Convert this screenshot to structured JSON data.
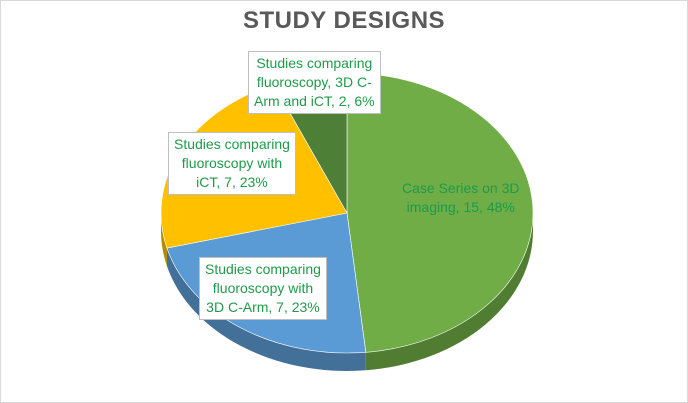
{
  "chart_data": {
    "type": "pie",
    "title": "STUDY DESIGNS",
    "slices": [
      {
        "category": "Case Series on 3D imaging",
        "value": 15,
        "percent": 48,
        "label": "Case Series on 3D\nimaging, 15, 48%",
        "color": "#70ad47",
        "label_color": "#1e9b4a"
      },
      {
        "category": "Studies comparing fluoroscopy with 3D C-Arm",
        "value": 7,
        "percent": 23,
        "label": "Studies comparing\nfluoroscopy with\n3D C-Arm, 7, 23%",
        "color": "#5b9bd5",
        "label_color": "#1e9b4a"
      },
      {
        "category": "Studies comparing fluoroscopy with iCT",
        "value": 7,
        "percent": 23,
        "label": "Studies comparing\nfluoroscopy with\niCT, 7, 23%",
        "color": "#ffc000",
        "label_color": "#1e9b4a"
      },
      {
        "category": "Studies comparing fluoroscopy, 3D C-Arm and iCT",
        "value": 2,
        "percent": 6,
        "label": "Studies comparing\nfluoroscopy, 3D C-\nArm and iCT, 2, 6%",
        "color": "#4e7f36",
        "label_color": "#1e9b4a"
      }
    ]
  }
}
